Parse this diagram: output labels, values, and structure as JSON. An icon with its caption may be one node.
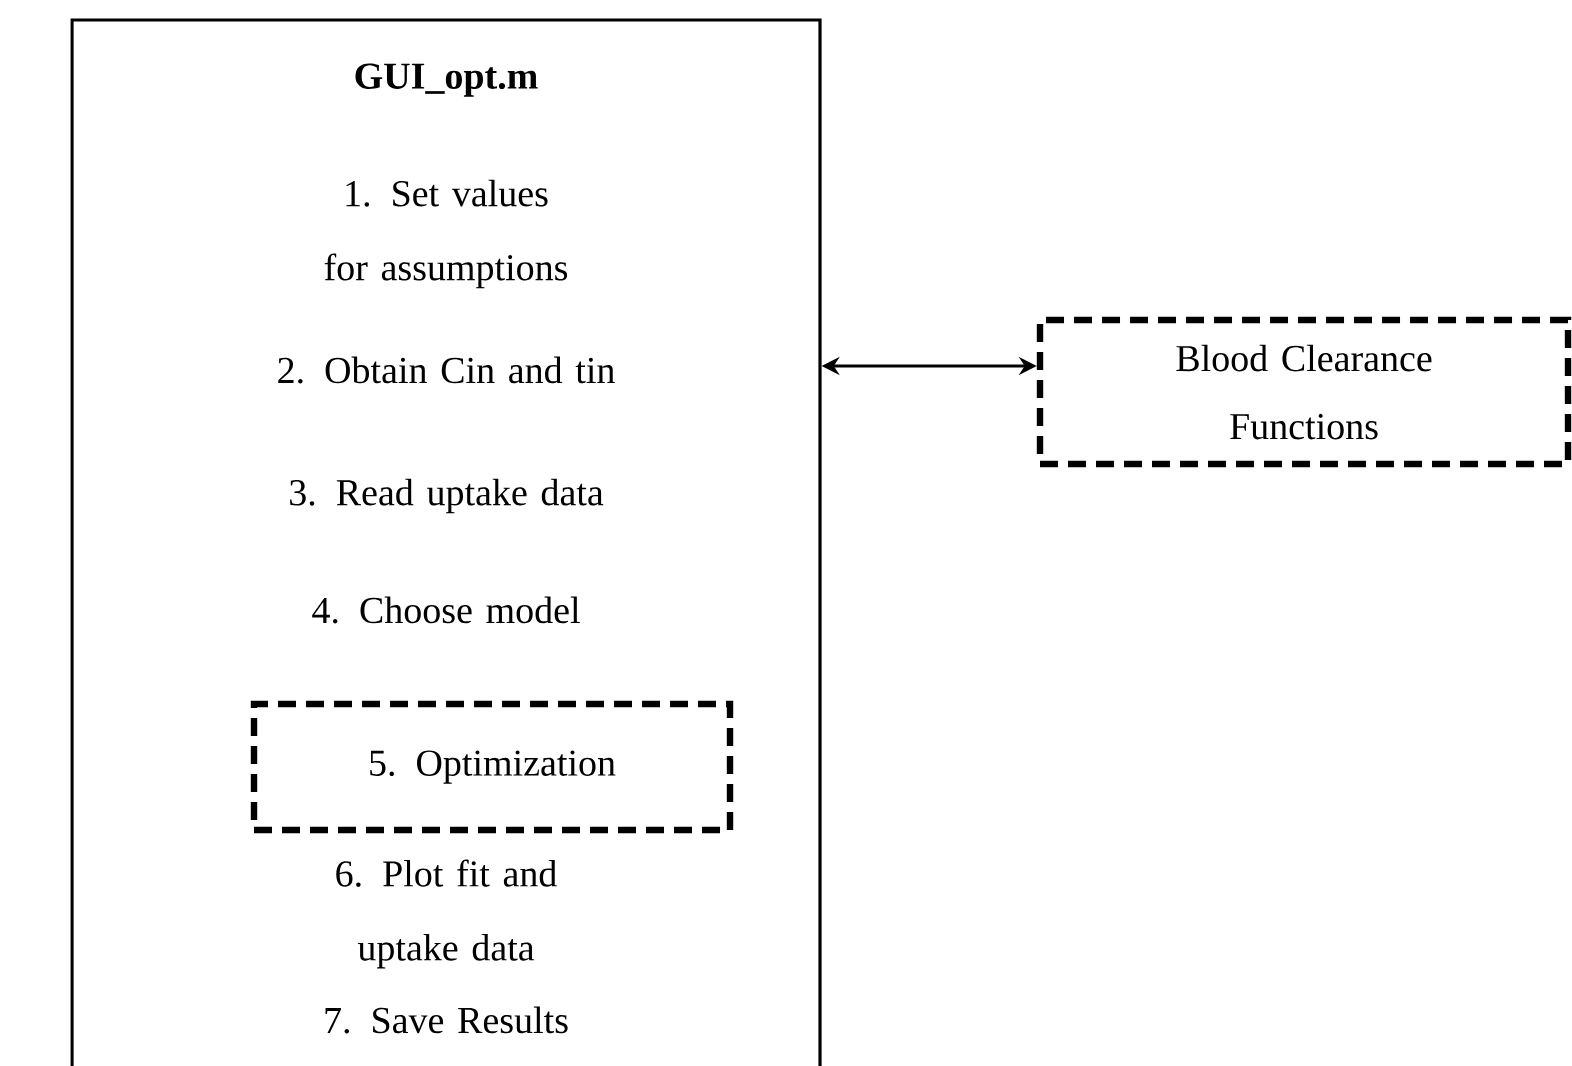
{
  "diagram": {
    "nodes": [
      {
        "text": [
          "GUI_opt.m",
          "1. Set values for assumptions",
          "2. Obtain Cin and tin",
          "3. Read uptake data",
          "4. Choose model",
          "6. Plot fit and uptake data",
          "7. Save Results"
        ]
      },
      {
        "text": [
          "5. Optimization"
        ],
        "in": 0
      },
      {
        "text": [
          "Blood Clearance Functions"
        ]
      }
    ],
    "edges": [
      {
        "from": 0,
        "to": 2,
        "arrow": "both"
      }
    ]
  }
}
